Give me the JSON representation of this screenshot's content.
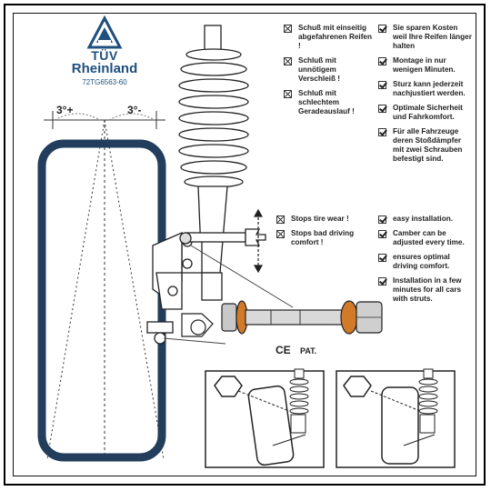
{
  "logo": {
    "name": "TÜV",
    "subname": "Rheinland",
    "code": "72TG6563-60"
  },
  "angles": {
    "left": "3°+",
    "right": "3°-"
  },
  "features_de_negative": [
    {
      "icon": "x-box-icon",
      "text": "Schuß mit einseitig abgefahrenen Reifen !"
    },
    {
      "icon": "x-box-icon",
      "text": "Schluß mit unnötigem Verschleiß !"
    },
    {
      "icon": "x-box-icon",
      "text": "Schluß mit schlechtem Geradeauslauf !"
    }
  ],
  "features_de_positive": [
    {
      "icon": "check-box-icon",
      "text": "Sie sparen Kosten weil Ihre Reifen länger halten"
    },
    {
      "icon": "check-box-icon",
      "text": "Montage in nur wenigen Minuten."
    },
    {
      "icon": "check-box-icon",
      "text": "Sturz kann jederzeit nachjustiert werden."
    },
    {
      "icon": "check-box-icon",
      "text": "Optimale Sicherheit und Fahrkomfort."
    },
    {
      "icon": "check-box-icon",
      "text": "Für alle Fahrzeuge deren Stoßdämpfer mit zwei Schrauben befestigt sind."
    }
  ],
  "features_en_negative": [
    {
      "icon": "x-box-icon",
      "text": "Stops tire wear !"
    },
    {
      "icon": "x-box-icon",
      "text": "Stops bad driving comfort !"
    }
  ],
  "features_en_positive": [
    {
      "icon": "check-box-icon",
      "text": "easy installation."
    },
    {
      "icon": "check-box-icon",
      "text": "Camber can be adjusted every time."
    },
    {
      "icon": "check-box-icon",
      "text": "ensures optimal driving comfort."
    },
    {
      "icon": "check-box-icon",
      "text": "Installation in a few minutes for all cars with struts."
    }
  ],
  "marks": {
    "ce": "CE",
    "pat": "PAT."
  },
  "colors": {
    "logo_blue": "#1f4f7e",
    "tire_blue": "#233e5c",
    "bolt_orange": "#d07a2a",
    "ink": "#222222"
  }
}
